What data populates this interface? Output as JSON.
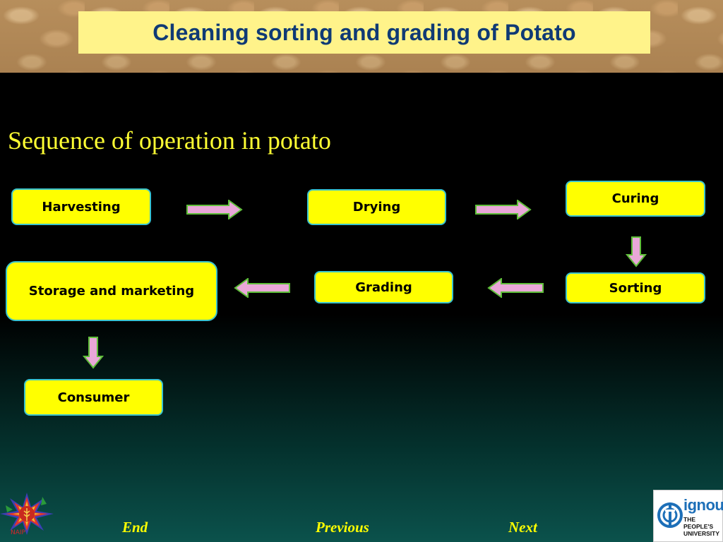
{
  "header": {
    "title": "Cleaning sorting and grading of Potato"
  },
  "subtitle": "Sequence of operation in potato",
  "flow": {
    "steps": {
      "harvesting": "Harvesting",
      "drying": "Drying",
      "curing": "Curing",
      "sorting": "Sorting",
      "grading": "Grading",
      "storage": "Storage and marketing",
      "consumer": "Consumer"
    }
  },
  "nav": {
    "end": "End",
    "previous": "Previous",
    "next": "Next"
  },
  "logos": {
    "left": {
      "icon": "naip-star-logo",
      "text": "NAIP"
    },
    "right": {
      "icon": "ignou-logo",
      "word": "ignou",
      "tagline": "THE PEOPLE'S UNIVERSITY"
    }
  },
  "colors": {
    "box_fill": "#ffff00",
    "box_border": "#39c3cf",
    "arrow_fill": "#e9a7d8",
    "title_text": "#0f3a75",
    "title_bar": "#fff38a",
    "subtitle_text": "#ffff33",
    "nav_text": "#ffff00"
  }
}
